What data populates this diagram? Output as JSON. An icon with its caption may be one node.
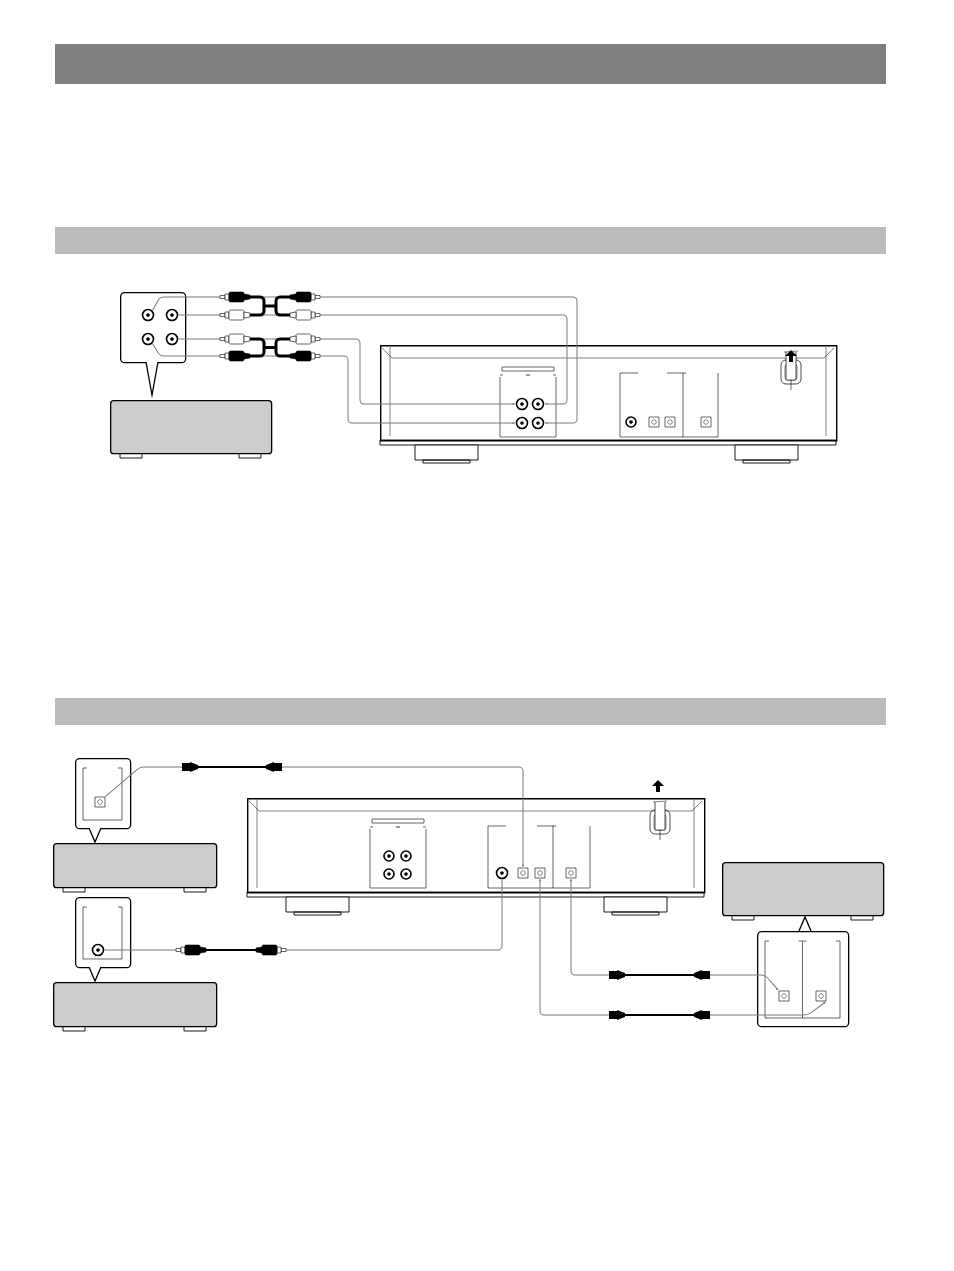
{
  "diagram": {
    "nodes": [
      {
        "text": [],
        "shape": "box"
      },
      {
        "text": [],
        "shape": "circle",
        "in": 0
      },
      {
        "text": [],
        "shape": "circle",
        "in": 0
      },
      {
        "text": [],
        "shape": "circle",
        "in": 0
      },
      {
        "text": [],
        "shape": "circle",
        "in": 0
      },
      {
        "text": [],
        "shape": "box"
      },
      {
        "text": [],
        "shape": "box"
      },
      {
        "text": [],
        "shape": "circle",
        "in": 6
      },
      {
        "text": [],
        "shape": "circle",
        "in": 6
      },
      {
        "text": [],
        "shape": "circle",
        "in": 6
      },
      {
        "text": [],
        "shape": "circle",
        "in": 6
      },
      {
        "text": [],
        "shape": "box"
      },
      {
        "text": [],
        "shape": "box",
        "in": 11
      },
      {
        "text": [],
        "shape": "box"
      },
      {
        "text": [],
        "shape": "box"
      },
      {
        "text": [],
        "shape": "circle",
        "in": 14
      },
      {
        "text": [],
        "shape": "box"
      },
      {
        "text": [],
        "shape": "box"
      },
      {
        "text": [],
        "shape": "circle",
        "in": 17
      },
      {
        "text": [],
        "shape": "box",
        "in": 17
      },
      {
        "text": [],
        "shape": "box",
        "in": 17
      },
      {
        "text": [],
        "shape": "box",
        "in": 17
      },
      {
        "text": [],
        "shape": "box"
      },
      {
        "text": [],
        "shape": "box"
      },
      {
        "text": [],
        "shape": "box",
        "in": 23
      },
      {
        "text": [],
        "shape": "box",
        "in": 23
      }
    ],
    "edges": [
      {
        "from": 1,
        "to": 10,
        "arrow": "to"
      },
      {
        "from": 2,
        "to": 8,
        "arrow": "to"
      },
      {
        "from": 4,
        "to": 7,
        "arrow": "to"
      },
      {
        "from": 3,
        "to": 9,
        "arrow": "to"
      },
      {
        "from": 12,
        "to": 19,
        "arrow": "to"
      },
      {
        "from": 18,
        "to": 15,
        "arrow": "none"
      },
      {
        "from": 21,
        "to": 24,
        "arrow": "both"
      },
      {
        "from": 20,
        "to": 25,
        "arrow": "both"
      }
    ]
  }
}
